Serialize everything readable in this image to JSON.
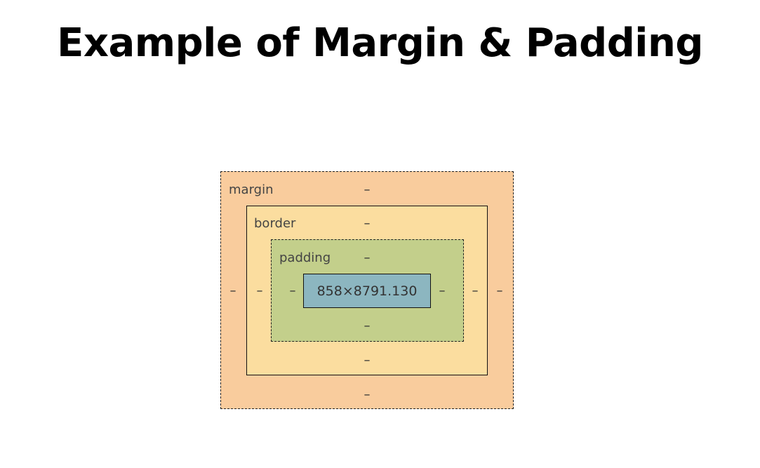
{
  "title": "Example of Margin & Padding",
  "box_model": {
    "margin": {
      "label": "margin",
      "top": "–",
      "bottom": "–",
      "left": "–",
      "right": "–"
    },
    "border": {
      "label": "border",
      "top": "–",
      "bottom": "–",
      "left": "–",
      "right": "–"
    },
    "padding": {
      "label": "padding",
      "top": "–",
      "bottom": "–",
      "left": "–",
      "right": "–"
    },
    "content": {
      "size": "858×8791.130"
    }
  },
  "colors": {
    "margin": "#f9cc9d",
    "border": "#fbdd9f",
    "padding": "#c3cf8b",
    "content": "#8cb6c0"
  }
}
